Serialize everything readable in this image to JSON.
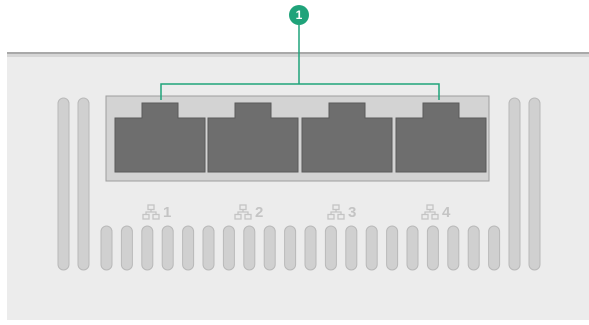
{
  "callout": {
    "number": "1"
  },
  "ports": [
    {
      "label": "1",
      "icon": "network-icon"
    },
    {
      "label": "2",
      "icon": "network-icon"
    },
    {
      "label": "3",
      "icon": "network-icon"
    },
    {
      "label": "4",
      "icon": "network-icon"
    }
  ],
  "colors": {
    "panel": "#ececec",
    "panel_top_edge": "#a9a9a9",
    "port_body": "#6e6e6e",
    "port_frame": "#d3d3d3",
    "slot": "#d0d0d0",
    "callout": "#1fa37a",
    "label": "#c4c4c4"
  }
}
